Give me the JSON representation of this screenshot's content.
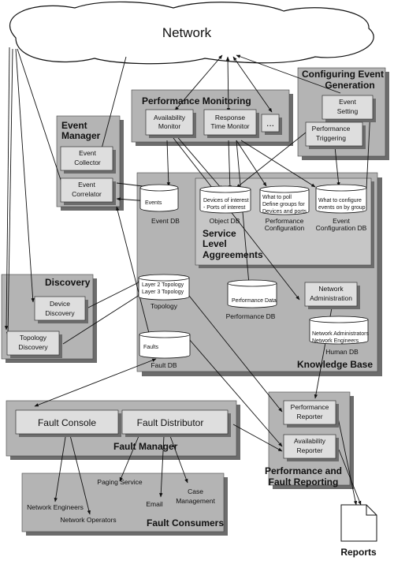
{
  "network": {
    "label": "Network"
  },
  "performance_monitoring": {
    "title": "Performance Monitoring",
    "availability_monitor": [
      "Availability",
      "Monitor"
    ],
    "response_time_monitor": [
      "Response",
      "Time Monitor"
    ],
    "more": "..."
  },
  "configuring_event_generation": {
    "title": [
      "Configuring Event",
      "Generation"
    ],
    "event_setting": [
      "Event",
      "Setting"
    ],
    "performance_triggering": [
      "Performance",
      "Triggering"
    ]
  },
  "event_manager": {
    "title": [
      "Event",
      "Manager"
    ],
    "event_collector": [
      "Event",
      "Collector"
    ],
    "event_correlator": [
      "Event",
      "Correlator"
    ]
  },
  "knowledge_base": {
    "title": "Knowledge Base",
    "event_db": {
      "content": "Events",
      "caption": "Event DB"
    },
    "object_db": {
      "content": [
        "Devices of interest",
        "- Ports of interest"
      ],
      "caption": "Object DB"
    },
    "performance_configuration": {
      "content": [
        "What to poll",
        "Define groups for",
        "Devices and ports"
      ],
      "caption": [
        "Performance",
        "Configuration"
      ]
    },
    "event_configuration_db": {
      "content": [
        "What to configure",
        "events on by group"
      ],
      "caption": [
        "Event",
        "Configuration DB"
      ]
    },
    "sla": [
      "Service",
      "Level",
      "Aggreements"
    ],
    "topology": {
      "content": [
        "Layer 2 Topology",
        "Layer 3 Topology"
      ],
      "caption": "Topology"
    },
    "performance_db": {
      "content": "Performance Data",
      "caption": "Performance DB"
    },
    "network_administration": [
      "Network",
      "Administration"
    ],
    "human_db": {
      "content": [
        "Network Administrators",
        "Network Engineers"
      ],
      "caption": "Human DB"
    },
    "fault_db": {
      "content": "Faults",
      "caption": "Fault DB"
    }
  },
  "discovery": {
    "title": "Discovery",
    "device_discovery": [
      "Device",
      "Discovery"
    ],
    "topology_discovery": [
      "Topology",
      "Discovery"
    ]
  },
  "fault_manager": {
    "title": "Fault Manager",
    "fault_console": "Fault Console",
    "fault_distributor": "Fault Distributor"
  },
  "fault_consumers": {
    "title": "Fault Consumers",
    "network_engineers": "Network Engineers",
    "network_operators": "Network Operators",
    "paging_service": "Paging Service",
    "email": "Email",
    "case_management": [
      "Case",
      "Management"
    ]
  },
  "performance_fault_reporting": {
    "title": [
      "Performance and",
      "Fault Reporting"
    ],
    "performance_reporter": [
      "Performance",
      "Reporter"
    ],
    "availability_reporter": [
      "Availability",
      "Reporter"
    ]
  },
  "reports": {
    "label": "Reports"
  },
  "colors": {
    "panel_fill": "#b4b4b4",
    "panel_shadow": "#6c6c6c",
    "box_fill": "#dedede",
    "db_fill": "#ffffff",
    "line": "#111111"
  }
}
